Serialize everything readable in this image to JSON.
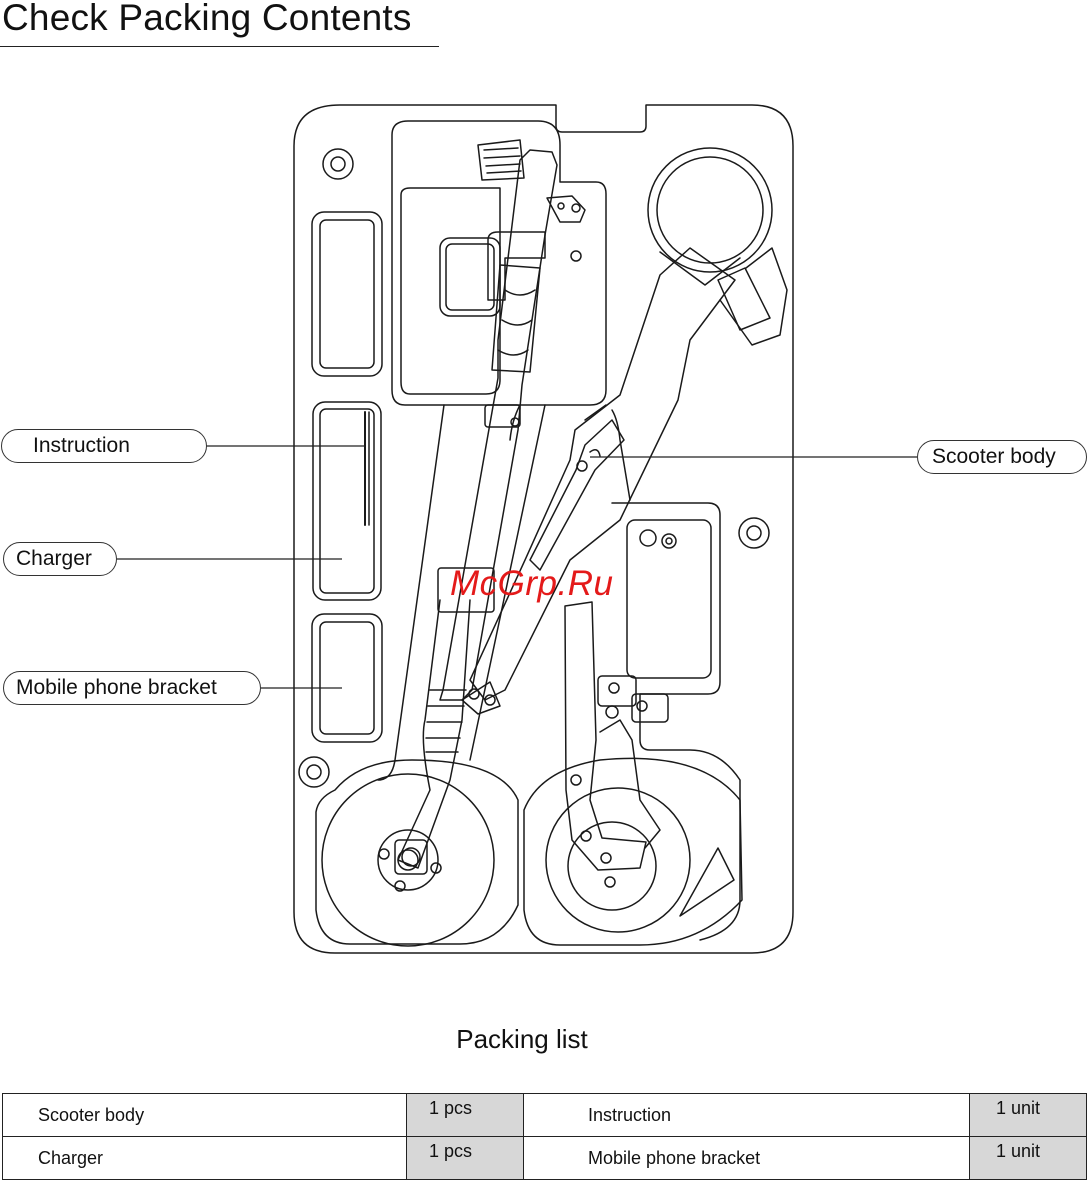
{
  "page": {
    "title": "Check Packing Contents",
    "watermark": "McGrp.Ru"
  },
  "callouts": {
    "instruction": "Instruction",
    "charger": "Charger",
    "mobile_phone_bracket": "Mobile phone bracket",
    "scooter_body": "Scooter body"
  },
  "packing_list": {
    "title": "Packing list",
    "rows": [
      {
        "item_a": "Scooter body",
        "qty_a": "1 pcs",
        "item_b": "Instruction",
        "qty_b": "1 unit"
      },
      {
        "item_a": "Charger",
        "qty_a": "1 pcs",
        "item_b": "Mobile phone bracket",
        "qty_b": "1 unit"
      }
    ]
  }
}
